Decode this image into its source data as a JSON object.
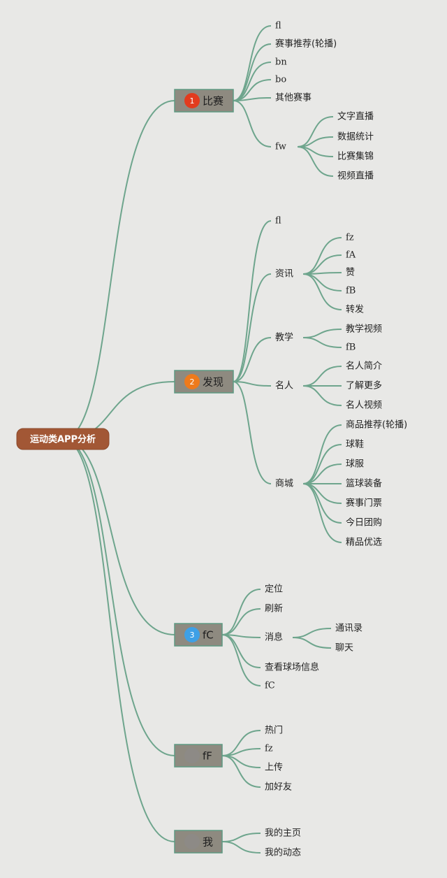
{
  "colors": {
    "background": "#e8e8e6",
    "edge": "#6ea58d",
    "root_fill": "#a25735",
    "node_fill": "#8e8a80",
    "badge_red": "#e23b1e",
    "badge_orange": "#ee7a1c",
    "badge_blue": "#3ea0e6",
    "badge_gray": "#8d8a86"
  },
  "root": {
    "label": "运动类APP分析"
  },
  "sections": [
    {
      "id": "bisai",
      "label": "比赛",
      "badge": "1",
      "badge_color": "#e23b1e",
      "children": [
        {
          "label": "fl"
        },
        {
          "label": "赛事推荐(轮播)"
        },
        {
          "label": "bn"
        },
        {
          "label": "bo"
        },
        {
          "label": "其他赛事"
        },
        {
          "label": "fw",
          "children": [
            "文字直播",
            "数据统计",
            "比赛集锦",
            "视频直播"
          ]
        }
      ]
    },
    {
      "id": "faxian",
      "label": "发现",
      "badge": "2",
      "badge_color": "#ee7a1c",
      "children": [
        {
          "label": "fl"
        },
        {
          "label": "资讯",
          "children": [
            "fz",
            "fA",
            "赞",
            "fB",
            "转发"
          ]
        },
        {
          "label": "教学",
          "children": [
            "教学视频",
            "fB"
          ]
        },
        {
          "label": "名人",
          "children": [
            "名人简介",
            "了解更多",
            "名人视频"
          ]
        },
        {
          "label": "商城",
          "children": [
            "商品推荐(轮播)",
            "球鞋",
            "球服",
            "篮球装备",
            "赛事门票",
            "今日团购",
            "精品优选"
          ]
        }
      ]
    },
    {
      "id": "fc",
      "label": "fC",
      "badge": "3",
      "badge_color": "#3ea0e6",
      "children": [
        {
          "label": "定位"
        },
        {
          "label": "刷新"
        },
        {
          "label": "消息",
          "children": [
            "通讯录",
            "聊天"
          ]
        },
        {
          "label": "查看球场信息"
        },
        {
          "label": "fC"
        }
      ]
    },
    {
      "id": "ff",
      "label": "fF",
      "badge": "",
      "badge_color": "#8d8a86",
      "children": [
        {
          "label": "热门"
        },
        {
          "label": "fz"
        },
        {
          "label": "上传"
        },
        {
          "label": "加好友"
        }
      ]
    },
    {
      "id": "wo",
      "label": "我",
      "badge": "",
      "badge_color": "#8d8a86",
      "children": [
        {
          "label": "我的主页"
        },
        {
          "label": "我的动态"
        }
      ]
    }
  ]
}
